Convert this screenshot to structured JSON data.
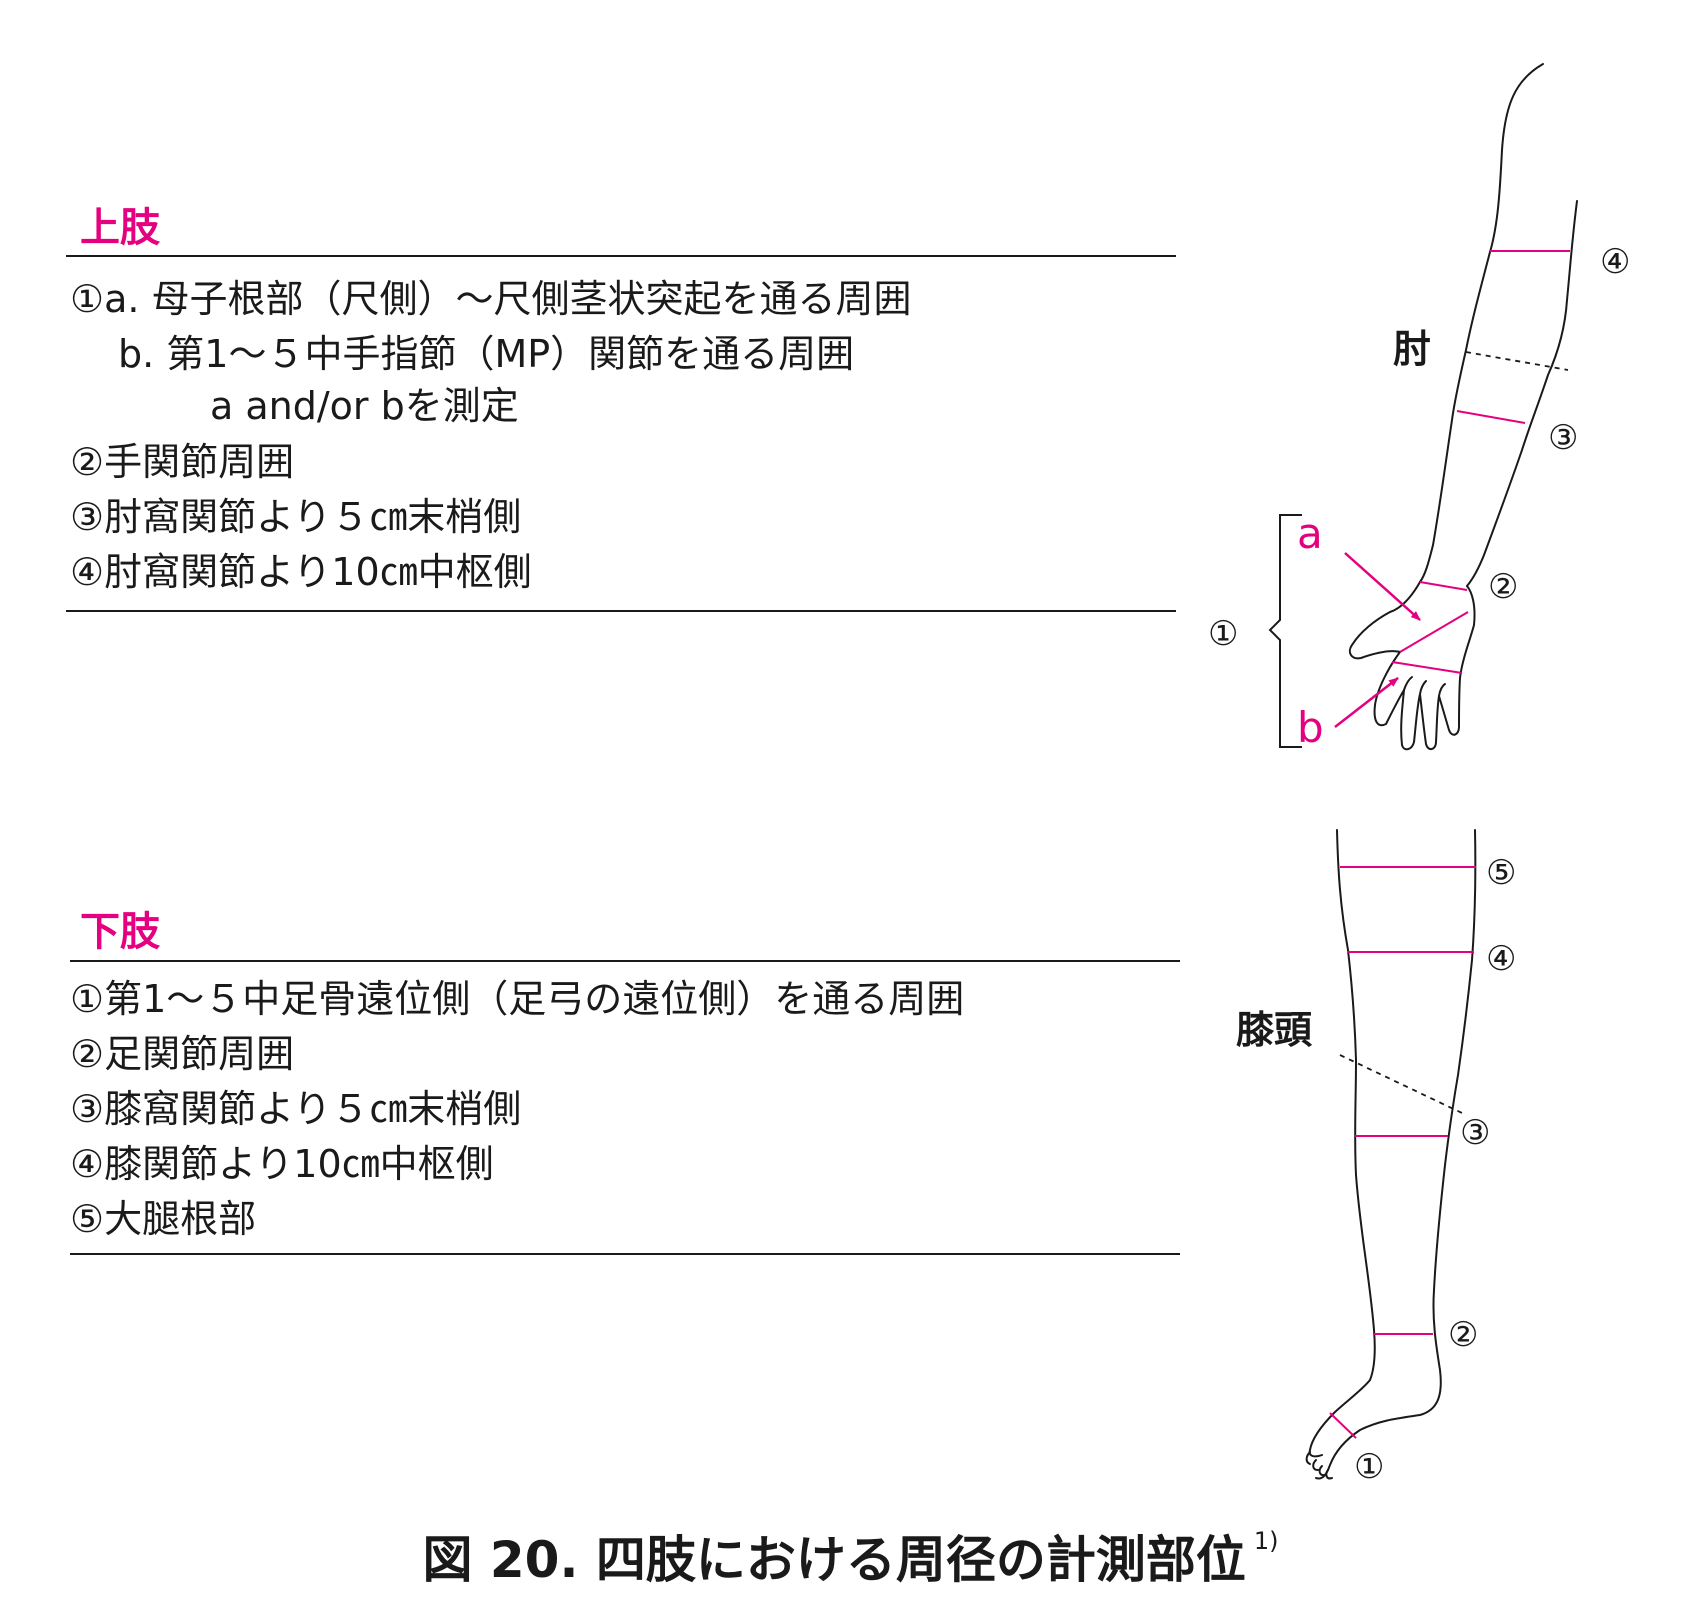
{
  "upper": {
    "title": "上肢",
    "items": [
      "①a.  母子根部（尺側）〜尺側茎状突起を通る周囲",
      "b.  第1〜５中手指節（MP）関節を通る周囲",
      "a and/or bを測定",
      "②手関節周囲",
      "③肘窩関節より５㎝末梢側",
      "④肘窩関節より10㎝中枢側"
    ]
  },
  "lower": {
    "title": "下肢",
    "items": [
      "①第1〜５中足骨遠位側（足弓の遠位側）を通る周囲",
      "②足関節周囲",
      "③膝窩関節より５㎝末梢側",
      "④膝関節より10㎝中枢側",
      "⑤大腿根部"
    ]
  },
  "arm_diagram": {
    "elbow_label": "肘",
    "marker_a": "a",
    "marker_b": "b",
    "circled": [
      "①",
      "②",
      "③",
      "④"
    ]
  },
  "leg_diagram": {
    "kneecap_label": "膝頭",
    "circled": [
      "①",
      "②",
      "③",
      "④",
      "⑤"
    ]
  },
  "caption": {
    "text": "図 20.  四肢における周径の計測部位",
    "ref": "1)"
  },
  "colors": {
    "accent": "#e4007f",
    "ink": "#1a1a1a"
  }
}
